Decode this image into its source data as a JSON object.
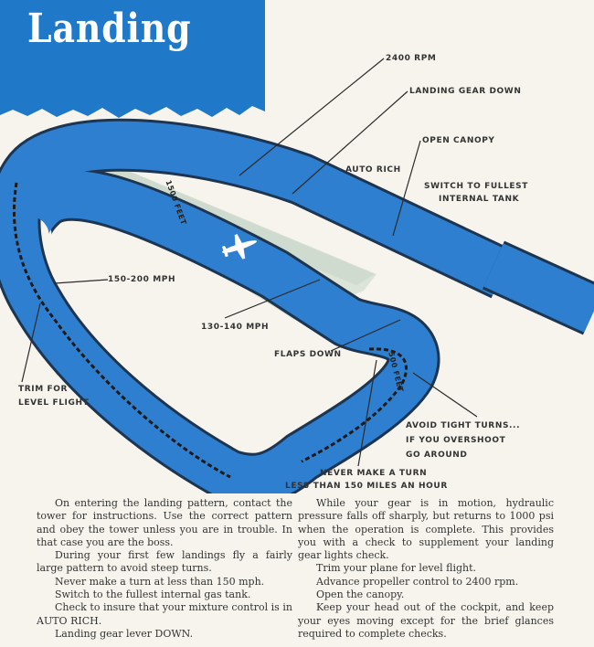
{
  "title": "Landing",
  "labels": {
    "rpm": "2400 RPM",
    "gear_down": "LANDING GEAR DOWN",
    "open_canopy": "OPEN CANOPY",
    "auto_rich": "AUTO RICH",
    "switch_tank_1": "SWITCH TO FULLEST",
    "switch_tank_2": "INTERNAL TANK",
    "speed_150_200": "150-200 MPH",
    "speed_130_140": "130-140 MPH",
    "flaps_down": "FLAPS DOWN",
    "trim_1": "TRIM FOR",
    "trim_2": "LEVEL FLIGHT",
    "avoid_1": "AVOID TIGHT TURNS...",
    "avoid_2": "IF YOU OVERSHOOT",
    "avoid_3": "GO AROUND",
    "never_1": "NEVER MAKE A TURN",
    "never_2": "LESS THAN 150 MILES AN HOUR",
    "feet_1500": "1500 FEET",
    "feet_500": "500 FEET"
  },
  "left_column": [
    "On entering the landing pattern, contact the tower for instructions. Use the correct pattern and obey the tower unless you are in trouble. In that case you are the boss.",
    "During your first few landings fly a fairly large pattern to avoid steep turns.",
    "Never make a turn at less than 150 mph.",
    "Switch to the fullest internal gas tank.",
    "Check to insure that your mixture control is in AUTO RICH.",
    "Landing gear lever DOWN."
  ],
  "right_column": [
    "While your gear is in motion, hydraulic pressure falls off sharply, but returns to 1000 psi when the operation is complete. This provides you with a check to supplement your landing gear lights check.",
    "Trim your plane for level flight.",
    "Advance propeller control to 2400 rpm.",
    "Open the canopy.",
    "Keep your head out of the cockpit, and keep your eyes moving except for the brief glances required to complete checks."
  ],
  "colors": {
    "ribbon": "#2e7fd0",
    "banner": "#1f78c8",
    "runway": "#d9e2d2",
    "paper": "#f6f4ec"
  }
}
